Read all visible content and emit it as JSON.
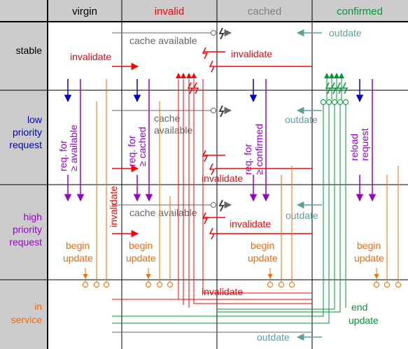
{
  "colors": {
    "header_bg": "#cccccc",
    "grid": "#000000",
    "virgin": "#000000",
    "invalid": "#ff0000",
    "cached": "#808080",
    "confirmed": "#009933",
    "stable": "#000000",
    "low_priority": "#0000cc",
    "high_priority": "#9900cc",
    "in_service": "#ff6600",
    "outdate": "#5f9ea0",
    "cache_available": "#666666",
    "begin_update": "#ff6600",
    "end_update": "#009933",
    "req_available": "#9900cc",
    "req_cached": "#9900cc",
    "req_confirmed": "#9900cc",
    "reload_request": "#9900cc"
  },
  "columns": [
    {
      "label": "virgin",
      "color_key": "virgin"
    },
    {
      "label": "invalid",
      "color_key": "invalid"
    },
    {
      "label": "cached",
      "color_key": "cached"
    },
    {
      "label": "confirmed",
      "color_key": "confirmed"
    }
  ],
  "rows": [
    {
      "lines": [
        "stable"
      ],
      "color_key": "stable"
    },
    {
      "lines": [
        "low",
        "priority",
        "request"
      ],
      "color_key": "low_priority"
    },
    {
      "lines": [
        "high",
        "priority",
        "request"
      ],
      "color_key": "high_priority"
    },
    {
      "lines": [
        "in",
        "service"
      ],
      "color_key": "in_service"
    }
  ],
  "labels": {
    "cache_available": "cache available",
    "cache": "cache",
    "available": "available",
    "invalidate": "invalidate",
    "outdate": "outdate",
    "begin": "begin",
    "update": "update",
    "end": "end",
    "req_for": "req. for",
    "ge_available": "≥ available",
    "ge_cached": "≥ cached",
    "ge_confirmed": "≥ confirmed",
    "reload": "reload",
    "request": "request"
  }
}
